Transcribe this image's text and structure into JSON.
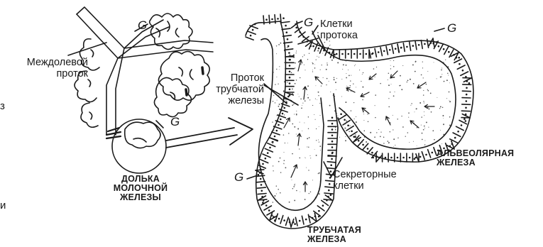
{
  "labels": {
    "interlobular_duct": [
      "Междолевой",
      "проток"
    ],
    "tubular_gland_duct": [
      "Проток",
      "трубчатой",
      "железы"
    ],
    "duct_cells": [
      "Клетки",
      "протока"
    ],
    "alveolar_gland": [
      "АЛЬВЕОЛЯРНАЯ",
      "ЖЕЛЕЗА"
    ],
    "secretory_cells": [
      "Секреторные",
      "клетки"
    ],
    "lobule": [
      "ДОЛЬКА",
      "МОЛОЧНОЙ",
      "ЖЕЛЕЗЫ"
    ],
    "tubular_gland": [
      "ТРУБЧАТАЯ",
      "ЖЕЛЕЗА"
    ],
    "g_mark": "G",
    "edge_char_right": "з",
    "edge_char_left": "и"
  }
}
